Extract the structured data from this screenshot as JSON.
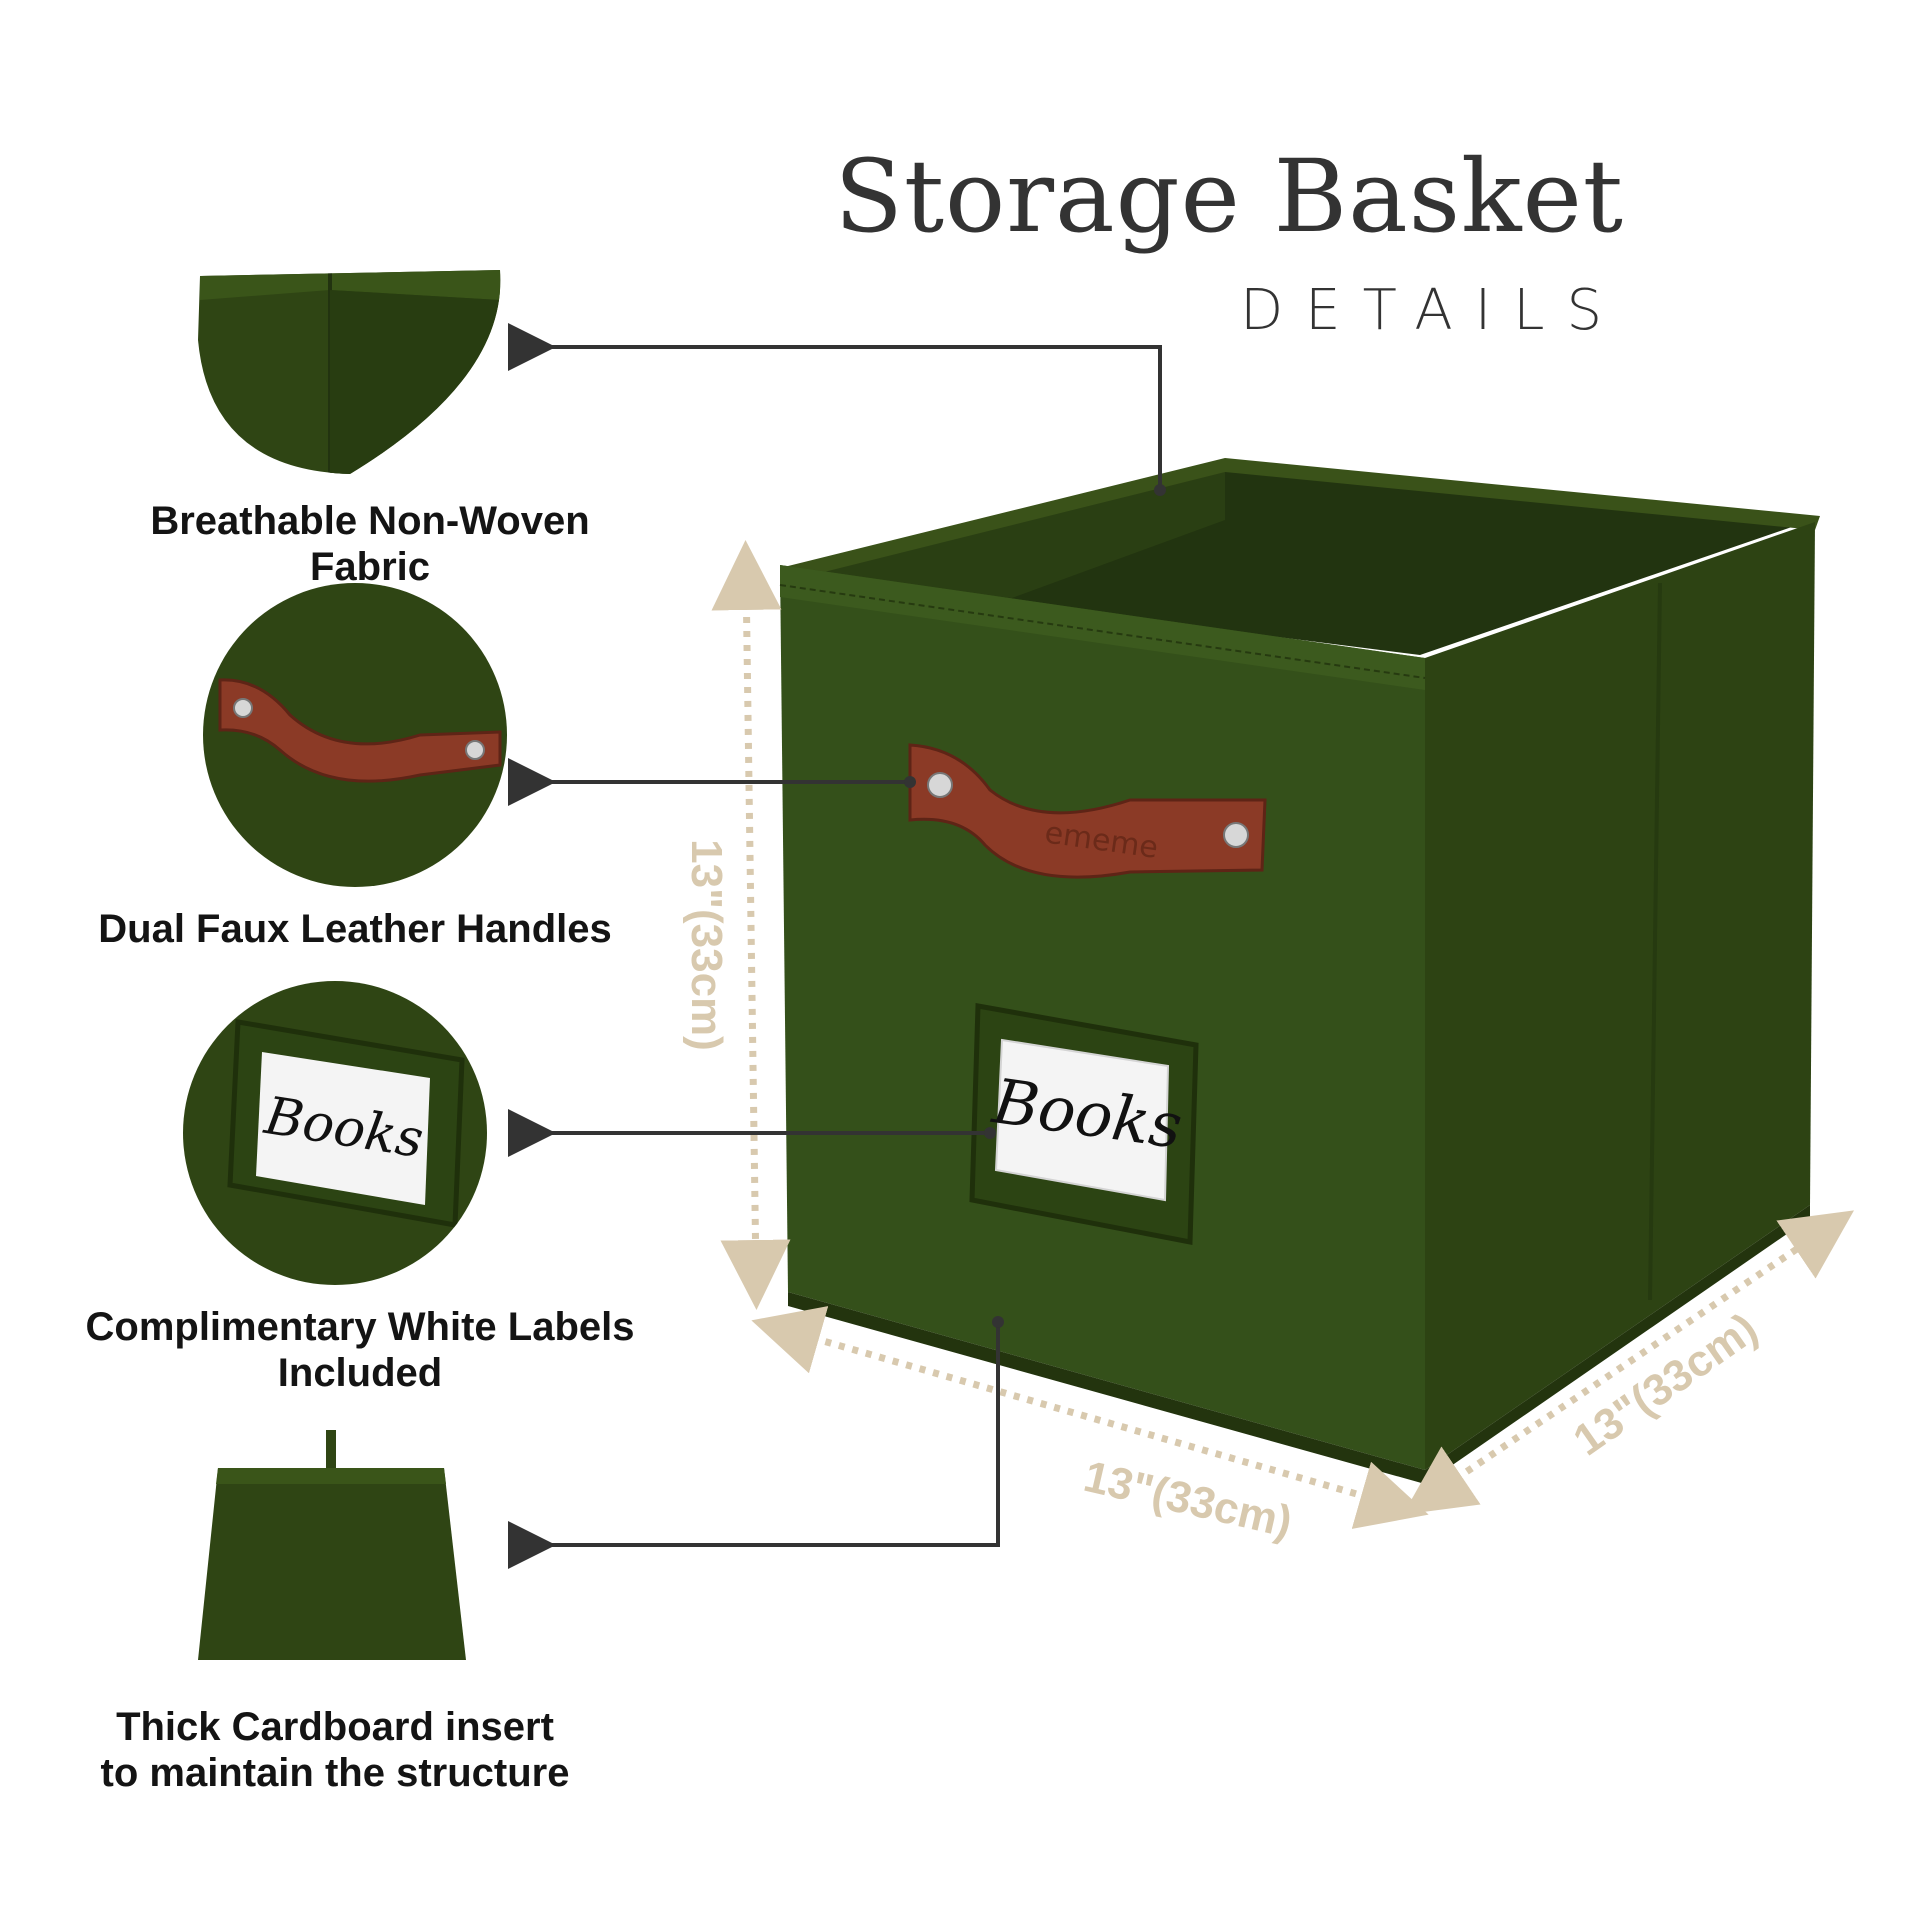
{
  "heading": {
    "title": "Storage Basket",
    "subtitle": "DETAILS"
  },
  "features": [
    {
      "label": "Breathable Non-Woven Fabric",
      "icon": "fabric-corner-icon"
    },
    {
      "label": "Dual Faux Leather Handles",
      "icon": "leather-handle-icon"
    },
    {
      "label": "Complimentary White Labels Included",
      "icon": "label-holder-icon"
    },
    {
      "label": "Thick Cardboard insert to maintain the structure",
      "icon": "cardboard-insert-icon"
    }
  ],
  "dimensions": {
    "height": "13\"(33cm)",
    "width": "13\"(33cm)",
    "depth": "13\"(33cm)"
  },
  "label_text": "Books",
  "handle_brand": "ememe",
  "colors": {
    "fabric": "#2f4514",
    "fabric_dark": "#243610",
    "leather": "#8b3a26",
    "dimension": "#d8c9ae",
    "text": "#141414"
  }
}
